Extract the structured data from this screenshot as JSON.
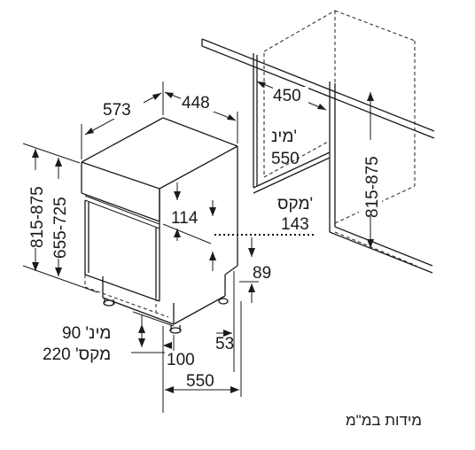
{
  "diagram": {
    "labels": {
      "width_depth": "573",
      "width_front": "448",
      "niche_depth": "450",
      "niche_min_prefix": "מינ'",
      "niche_min_value": "550",
      "niche_height": "815-875",
      "height_total": "815-875",
      "height_body": "655-725",
      "panel_height": "114",
      "max_prefix": "מקס'",
      "max_value": "143",
      "plinth_height": "89",
      "plinth_gap": "53",
      "foot_min": "מינ' 90",
      "foot_max": "מקס' 220",
      "foot_width": "100",
      "total_depth": "550",
      "units_note": "מידות במ\"מ"
    }
  }
}
